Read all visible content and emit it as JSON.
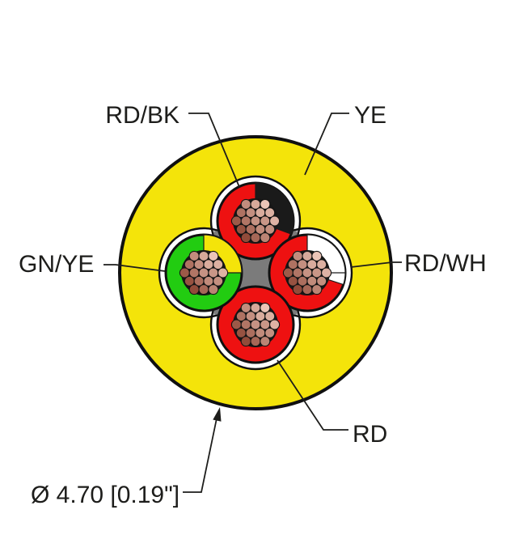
{
  "diagram": {
    "type": "cable-cross-section",
    "callouts": {
      "rd_bk": "RD/BK",
      "ye": "YE",
      "gn_ye": "GN/YE",
      "rd_wh": "RD/WH",
      "rd": "RD",
      "diameter": "Ø 4.70 [0.19\"]"
    },
    "jacket": {
      "label": "YE",
      "color": "#F4E40A",
      "outline_color": "#101010"
    },
    "filler_color": "#7B7B7B",
    "wrap": {
      "outline_color": "#101010",
      "inner_color": "#FFFFFF"
    },
    "strands": {
      "count_per_conductor": 19,
      "color_dark": "#8B4231",
      "color_light": "#F2CEC0",
      "outline_color": "#141414",
      "core_color": "#161616"
    },
    "conductors": [
      {
        "position": "top",
        "label": "RD/BK",
        "base_color": "#EE1111",
        "band_color": "#1A1A1A",
        "band_end_deg": 110
      },
      {
        "position": "right",
        "label": "RD/WH",
        "base_color": "#EE1111",
        "band_color": "#FFFFFF",
        "band_end_deg": 108
      },
      {
        "position": "bottom",
        "label": "RD",
        "base_color": "#EE1111",
        "band_color": null,
        "band_end_deg": 0
      },
      {
        "position": "left",
        "label": "GN/YE",
        "base_color": "#22CC11",
        "band_color": "#F4E40A",
        "band_end_deg": 90
      }
    ]
  }
}
